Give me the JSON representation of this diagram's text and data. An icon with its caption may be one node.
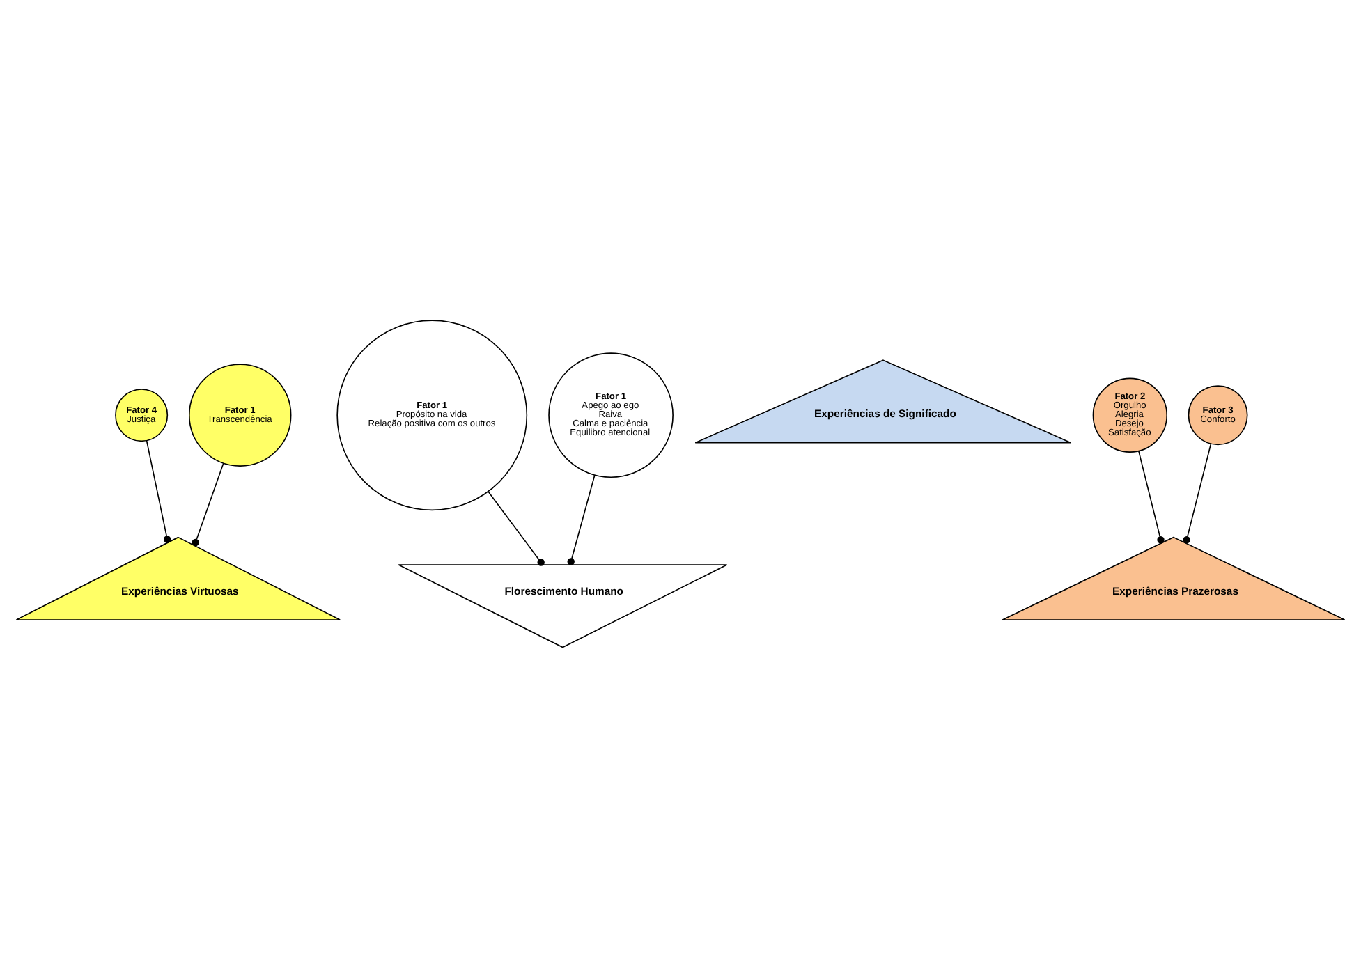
{
  "diagram": {
    "nodes": [
      {
        "text": [
          "Fator 4",
          "Justiça"
        ]
      },
      {
        "text": [
          "Fator 1",
          "Transcendência"
        ]
      },
      {
        "text": [
          "Experiências Virtuosas"
        ]
      },
      {
        "text": [
          "Fator 1",
          "Propósito na vida",
          "Relação positiva com os outros"
        ]
      },
      {
        "text": [
          "Fator 1",
          "Apego ao ego",
          "Raiva",
          "Calma e paciência",
          "Equilibro atencional"
        ]
      },
      {
        "text": [
          "Florescimento Humano"
        ]
      },
      {
        "text": [
          "Experiências de Significado"
        ]
      },
      {
        "text": [
          "Experiências Prazerosas"
        ]
      },
      {
        "text": [
          "Fator 2",
          "Orgulho",
          "Alegria",
          "Desejo",
          "Satisfação"
        ]
      },
      {
        "text": [
          "Fator 3",
          "Conforto"
        ]
      }
    ],
    "edges": [
      {
        "from": 0,
        "to": 2,
        "arrow": "other"
      },
      {
        "from": 1,
        "to": 2,
        "arrow": "other"
      },
      {
        "from": 3,
        "to": 5,
        "arrow": "other"
      },
      {
        "from": 4,
        "to": 5,
        "arrow": "other"
      },
      {
        "from": 8,
        "to": 7,
        "arrow": "other"
      },
      {
        "from": 9,
        "to": 7,
        "arrow": "other"
      }
    ]
  }
}
